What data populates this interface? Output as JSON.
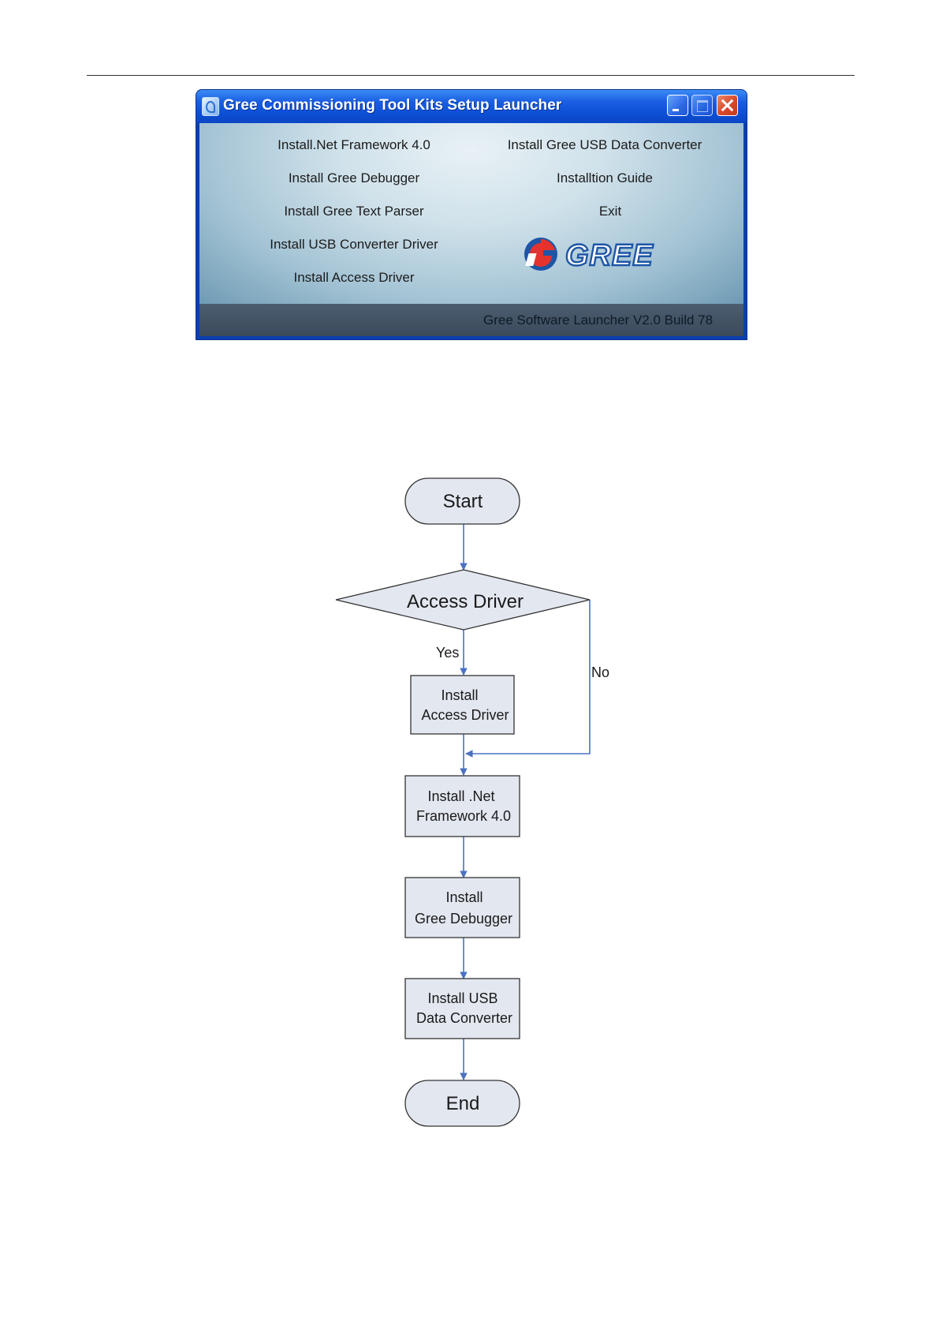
{
  "window": {
    "title": "Gree Commissioning Tool Kits Setup Launcher",
    "menu_left": [
      "Install.Net Framework 4.0",
      "Install Gree Debugger",
      "Install Gree Text Parser",
      "Install USB Converter Driver",
      "Install Access Driver"
    ],
    "menu_right": [
      "Install Gree USB Data Converter",
      "Installtion Guide",
      "Exit"
    ],
    "logo_text": "GREE",
    "status": "Gree Software Launcher V2.0 Build 78",
    "colors": {
      "titlebar": "#0d4fd6",
      "close_button": "#d8482a",
      "logo_red": "#e5322d",
      "logo_blue": "#1e56a6"
    }
  },
  "flowchart": {
    "start": "Start",
    "decision": "Access Driver",
    "yes_label": "Yes",
    "no_label": "No",
    "step_access": [
      "Install",
      "Access Driver"
    ],
    "step_net": [
      "Install .Net",
      "Framework 4.0"
    ],
    "step_debugger": [
      "Install",
      "Gree Debugger"
    ],
    "step_usb": [
      "Install USB",
      "Data Converter"
    ],
    "end": "End"
  }
}
